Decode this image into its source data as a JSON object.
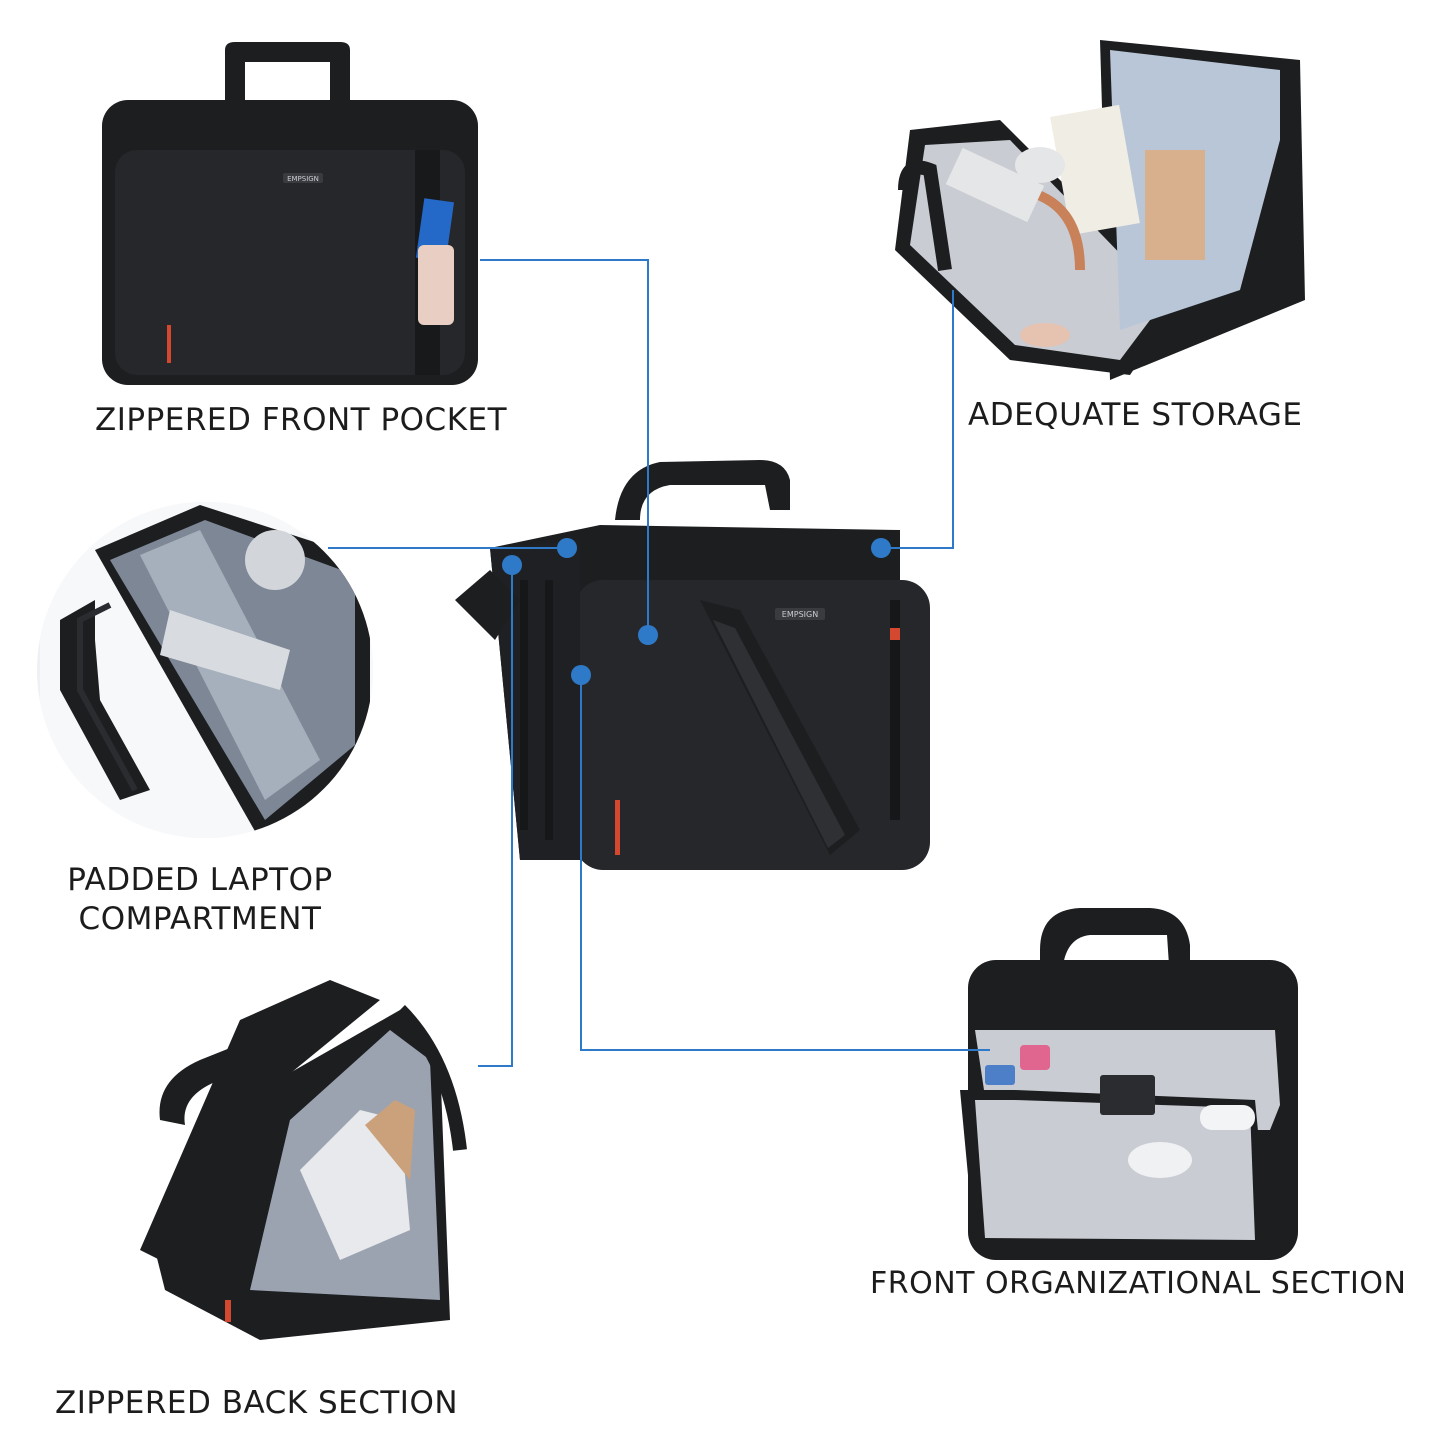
{
  "callouts": {
    "zippered_front_pocket": "ZIPPERED FRONT POCKET",
    "adequate_storage": "ADEQUATE STORAGE",
    "padded_laptop_line1": "PADDED LAPTOP",
    "padded_laptop_line2": "COMPARTMENT",
    "front_organizational_section": "FRONT ORGANIZATIONAL SECTION",
    "zippered_back_section": "ZIPPERED BACK SECTION"
  },
  "brand_badge": "EMPSIGN",
  "colors": {
    "connector": "#2f7ac8",
    "bag": "#1d1e20",
    "bag_light": "#2b2c2f",
    "lining": "#c9ccd3",
    "accent": "#d4482f"
  }
}
